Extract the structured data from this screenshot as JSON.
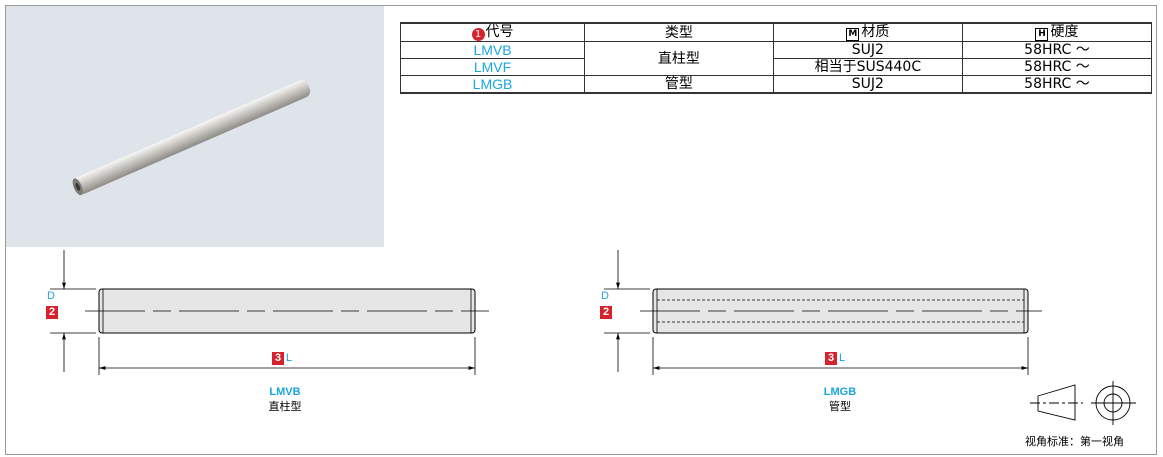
{
  "table": {
    "headers": [
      {
        "badge": "1",
        "text": "代号"
      },
      {
        "badge": "",
        "text": "类型"
      },
      {
        "badge": "M",
        "text": "材质"
      },
      {
        "badge": "H",
        "text": "硬度"
      }
    ],
    "rows": [
      {
        "code": "LMVB",
        "type": "直柱型",
        "material": "SUJ2",
        "hardness": "58HRC ～"
      },
      {
        "code": "LMVF",
        "type": "",
        "material": "相当于SUS440C",
        "hardness": "58HRC ～"
      },
      {
        "code": "LMGB",
        "type": "管型",
        "material": "SUJ2",
        "hardness": "58HRC ～"
      }
    ]
  },
  "drawings": {
    "left": {
      "dim_d_badge": "2",
      "dim_d": "D",
      "dim_l_badge": "3",
      "dim_l": "L",
      "code": "LMVB",
      "name": "直柱型"
    },
    "right": {
      "dim_d_badge": "2",
      "dim_d": "D",
      "dim_l_badge": "3",
      "dim_l": "L",
      "code": "LMGB",
      "name": "管型"
    }
  },
  "projection_note": "视角标准：第一视角",
  "colors": {
    "accent_blue": "#1aa6df",
    "badge_red": "#d5222c",
    "photo_bg": "#dfe4ea"
  }
}
